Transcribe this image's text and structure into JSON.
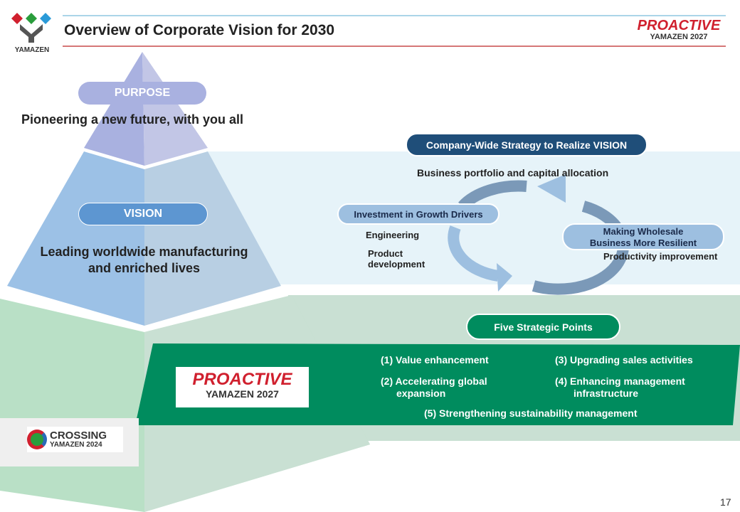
{
  "header": {
    "title": "Overview of Corporate Vision for 2030",
    "company_logo": "YAMAZEN",
    "brand_logo": {
      "line1": "PROACTIVE",
      "line2": "YAMAZEN 2027"
    }
  },
  "purpose": {
    "label": "PURPOSE",
    "text": "Pioneering a new future, with you all"
  },
  "vision": {
    "label": "VISION",
    "line1": "Leading worldwide manufacturing",
    "line2": "and enriched lives"
  },
  "strategy": {
    "title": "Company-Wide Strategy to Realize VISION",
    "subtitle": "Business portfolio and capital allocation",
    "growth": {
      "label": "Investment in Growth Drivers",
      "items": [
        "Engineering",
        "Product",
        "development"
      ]
    },
    "resilient": {
      "line1": "Making Wholesale",
      "line2": "Business More Resilient",
      "item": "Productivity improvement"
    }
  },
  "five_points": {
    "label": "Five Strategic Points",
    "p1": "(1) Value enhancement",
    "p2a": "(2) Accelerating global",
    "p2b": "expansion",
    "p3": "(3) Upgrading sales activities",
    "p4a": "(4) Enhancing management",
    "p4b": "infrastructure",
    "p5": "(5) Strengthening sustainability management"
  },
  "crossing_logo": {
    "line1": "CROSSING",
    "line2": "YAMAZEN 2024"
  },
  "page_number": "17"
}
